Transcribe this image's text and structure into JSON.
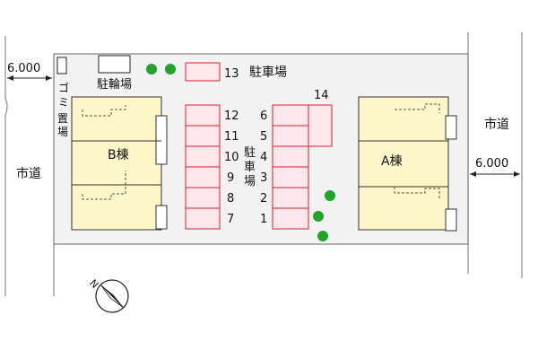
{
  "road_width_left": "6.000",
  "road_width_right": "6.000",
  "city_road_left": "市道",
  "city_road_right": "市道",
  "garbage_area": [
    "ゴ",
    "ミ",
    "置",
    "場"
  ],
  "bicycle_parking": "駐輪場",
  "building_b": "B棟",
  "building_a": "A棟",
  "parking_lot": [
    "駐",
    "車",
    "場"
  ],
  "parking_13_label": "駐車場",
  "parking_numbers": {
    "n1": "1",
    "n2": "2",
    "n3": "3",
    "n4": "4",
    "n5": "5",
    "n6": "6",
    "n7": "7",
    "n8": "8",
    "n9": "9",
    "n10": "10",
    "n11": "11",
    "n12": "12",
    "n13": "13",
    "n14": "14"
  },
  "compass_letter": "N",
  "colors": {
    "building_fill": "#fdf6c8",
    "parking_fill": "#fde6ec",
    "parking_stroke": "#d9202a",
    "tree": "#22a32a",
    "site_fill": "#f2f2f2"
  }
}
